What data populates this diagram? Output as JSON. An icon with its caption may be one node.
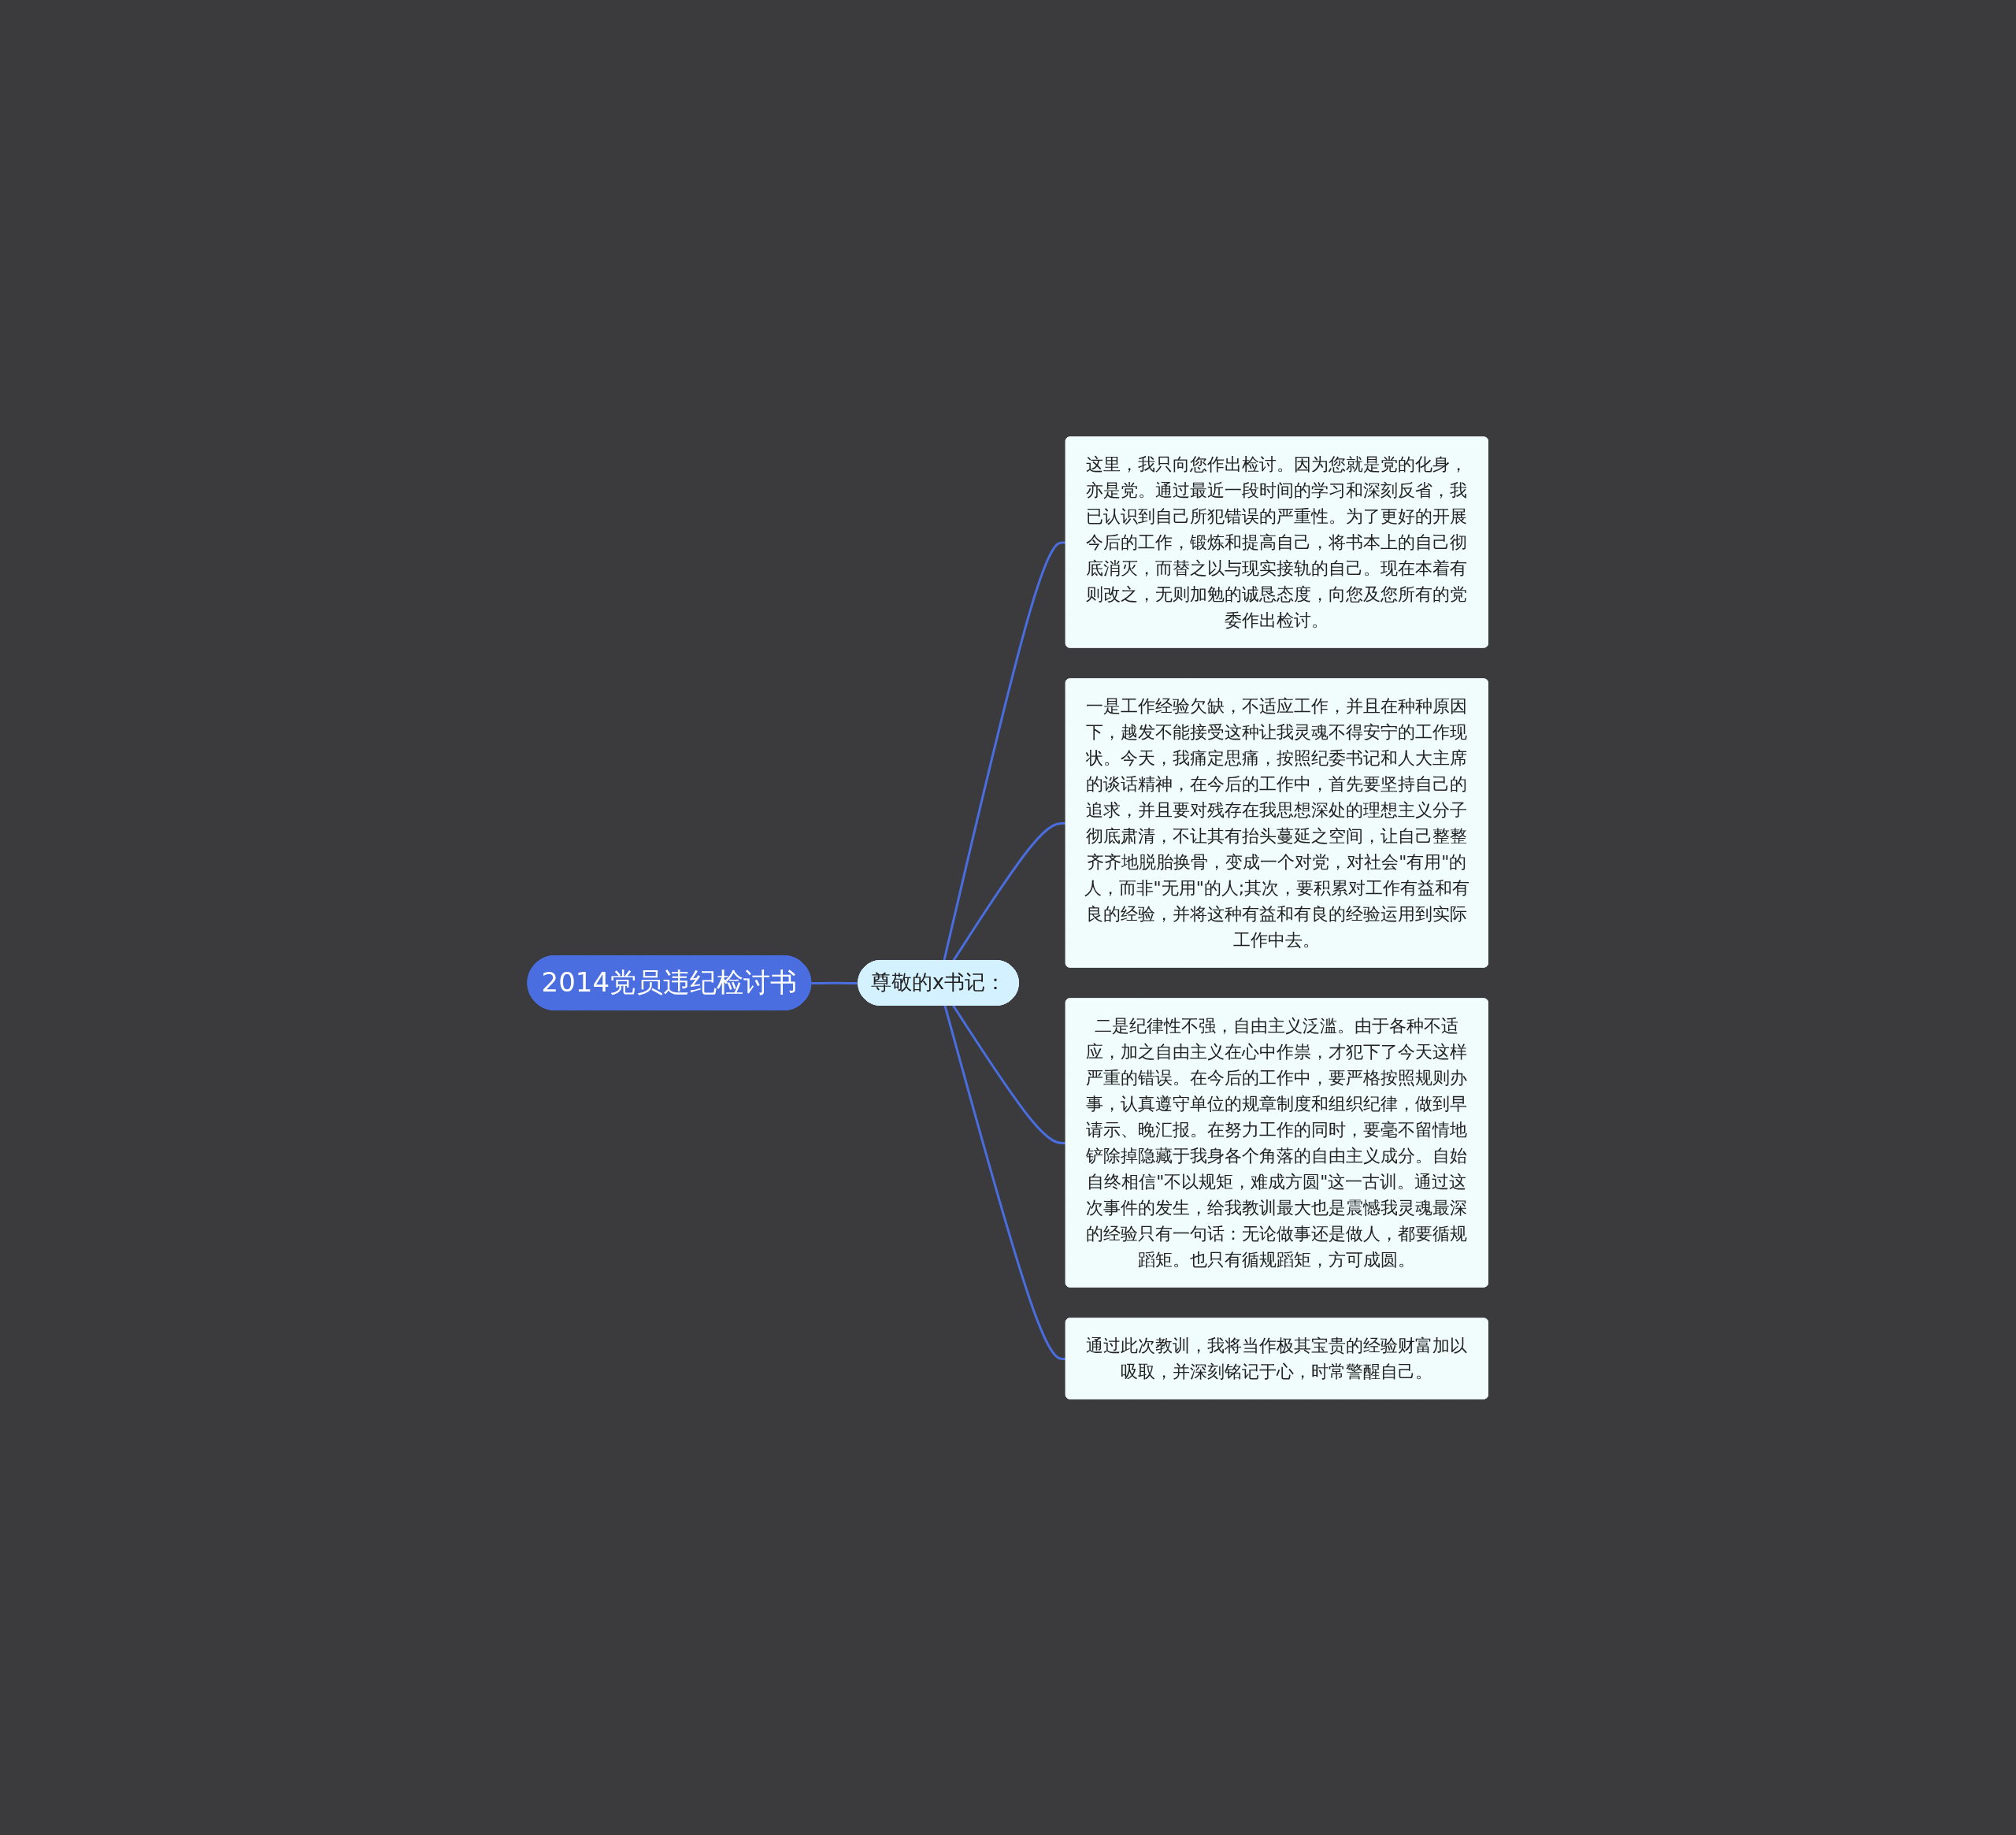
{
  "diagram": {
    "nodes": [
      {
        "text": [
          "2014党员违纪检讨书"
        ]
      },
      {
        "text": [
          "尊敬的x书记："
        ]
      },
      {
        "text": [
          "这里，我只向您作出检讨。因为您就是党的化身，亦是党。通过最近一段时间的学习和深刻反省，我已认识到自己所犯错误的严重性。为了更好的开展今后的工作，锻炼和提高自己，将书本上的自己彻底消灭，而替之以与现实接轨的自己。现在本着有则改之，无则加勉的诚恳态度，向您及您所有的党委作出检讨。"
        ]
      },
      {
        "text": [
          "一是工作经验欠缺，不适应工作，并且在种种原因下，越发不能接受这种让我灵魂不得安宁的工作现状。今天，我痛定思痛，按照纪委书记和人大主席的谈话精神，在今后的工作中，首先要坚持自己的追求，并且要对残存在我思想深处的理想主义分子彻底肃清，不让其有抬头蔓延之空间，让自己整整齐齐地脱胎换骨，变成一个对党，对社会\"有用\"的人，而非\"无用\"的人;其次，要积累对工作有益和有良的经验，并将这种有益和有良的经验运用到实际工作中去。"
        ]
      },
      {
        "text": [
          "二是纪律性不强，自由主义泛滥。由于各种不适应，加之自由主义在心中作祟，才犯下了今天这样严重的错误。在今后的工作中，要严格按照规则办事，认真遵守单位的规章制度和组织纪律，做到早请示、晚汇报。在努力工作的同时，要毫不留情地铲除掉隐藏于我身各个角落的自由主义成分。自始自终相信\"不以规矩，难成方圆\"这一古训。通过这次事件的发生，给我教训最大也是震憾我灵魂最深的经验只有一句话：无论做事还是做人，都要循规蹈矩。也只有循规蹈矩，方可成圆。"
        ]
      },
      {
        "text": [
          "通过此次教训，我将当作极其宝贵的经验财富加以吸取，并深刻铭记于心，时常警醒自己。"
        ]
      }
    ],
    "edges": [
      {
        "from": 0,
        "to": 1,
        "arrow": "none"
      },
      {
        "from": 1,
        "to": 2,
        "arrow": "none"
      },
      {
        "from": 1,
        "to": 3,
        "arrow": "none"
      },
      {
        "from": 1,
        "to": 4,
        "arrow": "none"
      },
      {
        "from": 1,
        "to": 5,
        "arrow": "none"
      }
    ]
  }
}
